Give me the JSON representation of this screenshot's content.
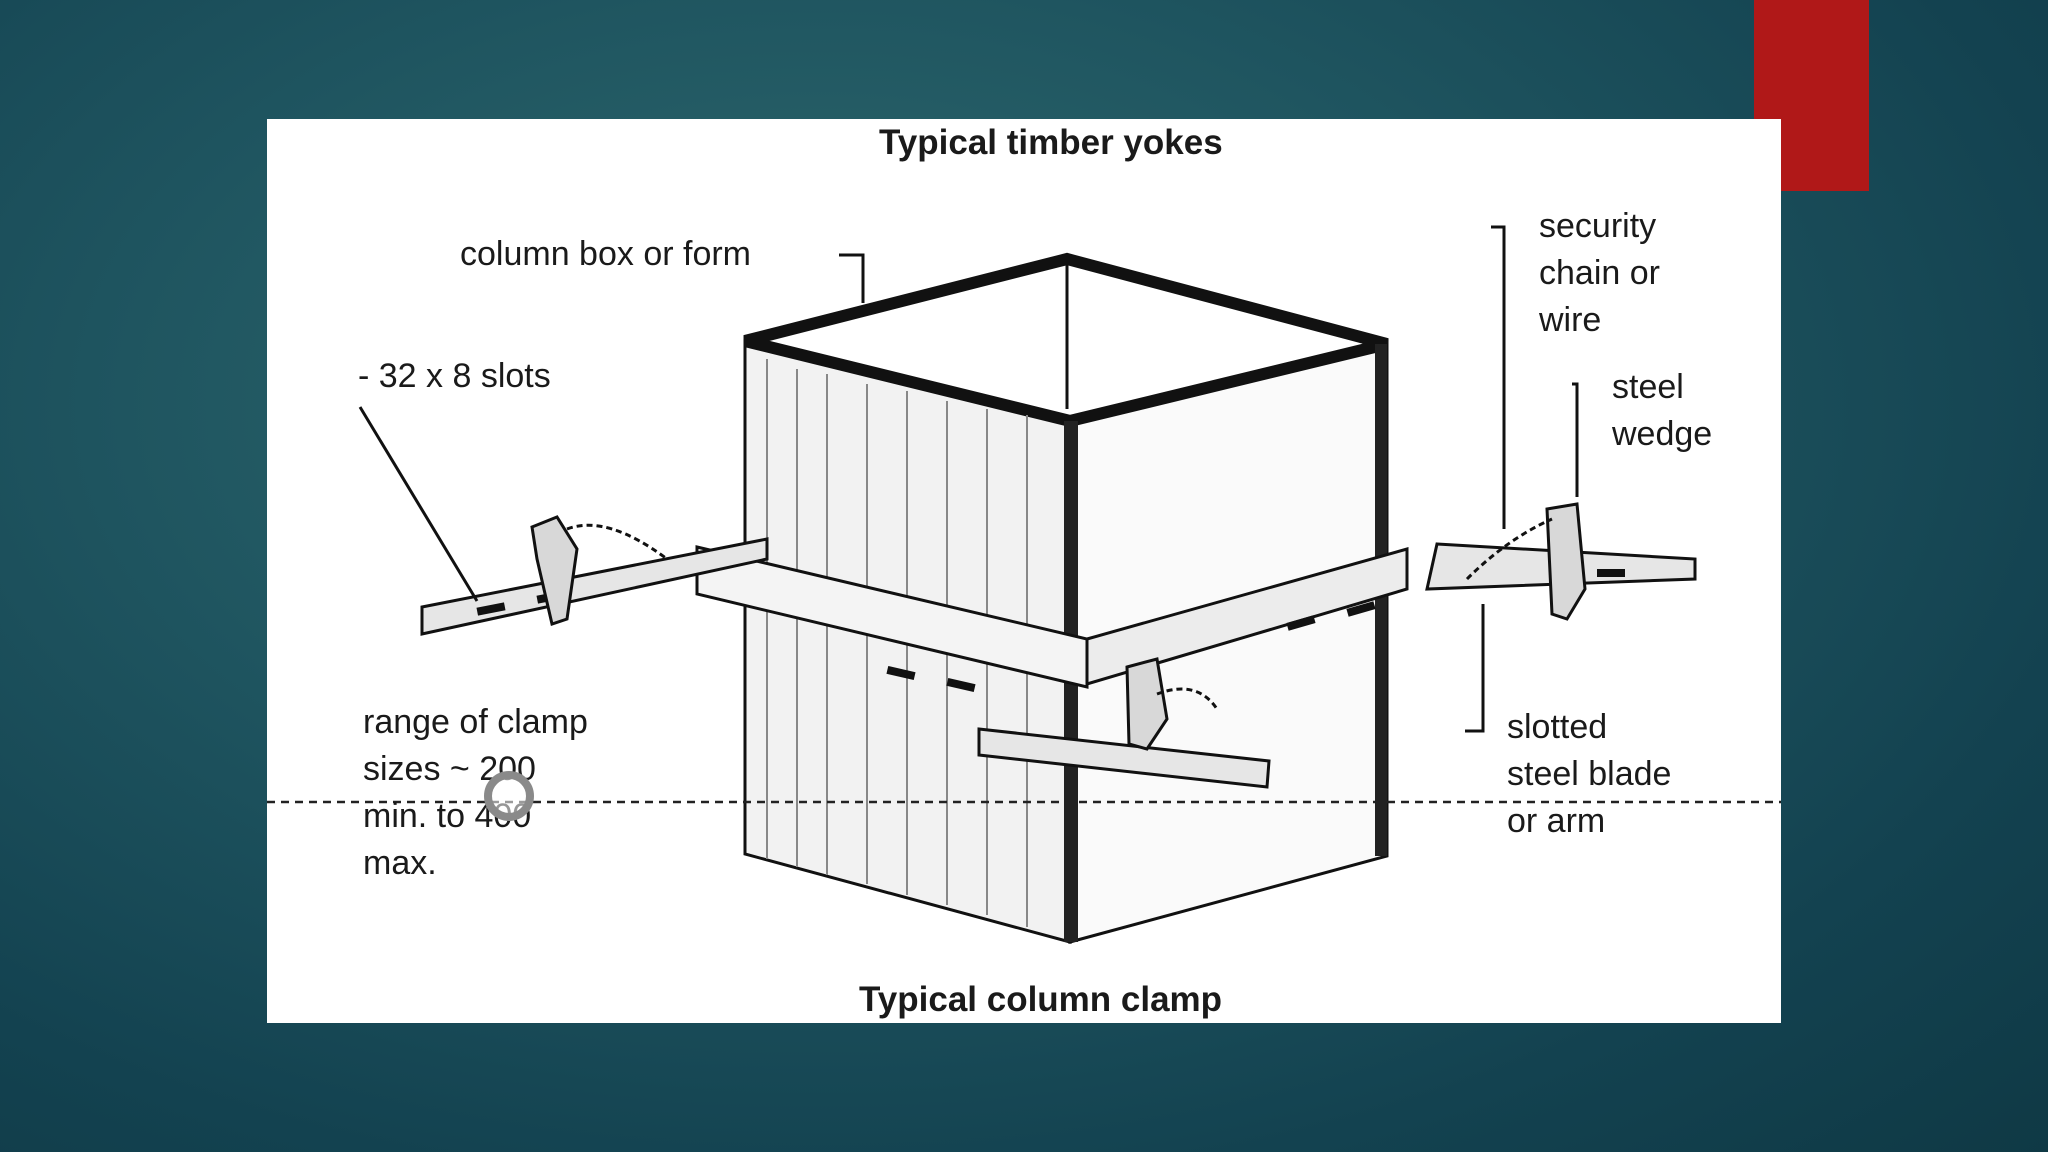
{
  "slide": {
    "accent_color": "#b01818",
    "background_color": "#1f5560"
  },
  "figure": {
    "title_top": "Typical timber yokes",
    "title_bottom": "Typical column clamp",
    "labels": {
      "column_box": "column box or form",
      "slots": "- 32 x 8  slots",
      "security_chain": "security\nchain or\nwire",
      "steel_wedge": "steel\nwedge",
      "clamp_range": "range of clamp\nsizes ~ 200\nmin. to 400\nmax.",
      "slotted_blade": "slotted\nsteel blade\nor arm"
    }
  },
  "cursor": {
    "icon": "circle-cursor-icon"
  }
}
